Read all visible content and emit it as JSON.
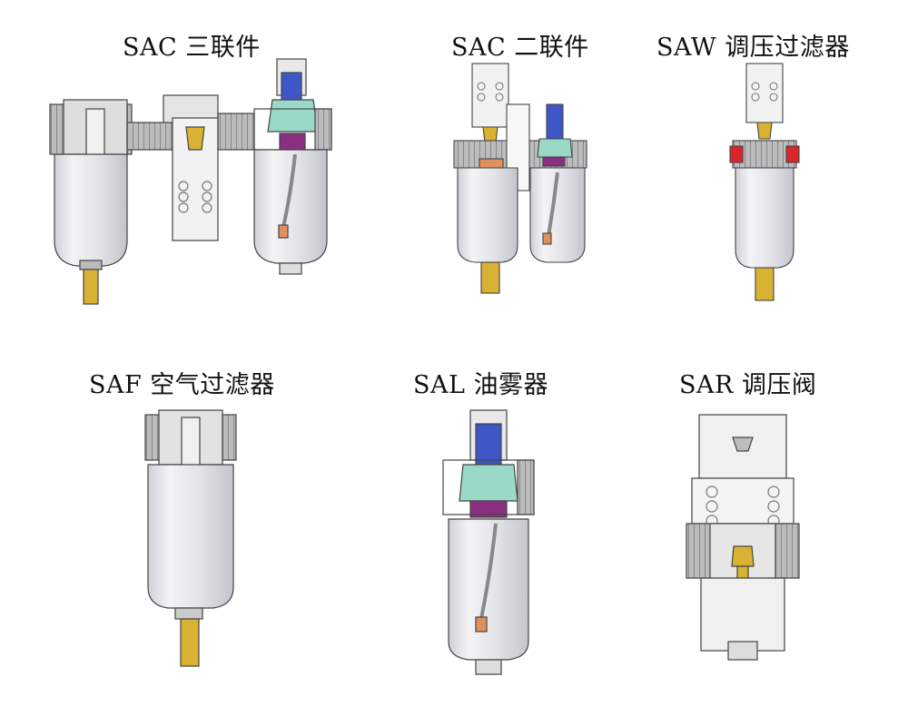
{
  "titles": {
    "sac3": "SAC 三联件",
    "sac2": "SAC 二联件",
    "saw": "SAW 调压过滤器",
    "saf": "SAF 空气过滤器",
    "sal": "SAL 油雾器",
    "sar": "SAR 调压阀"
  },
  "colors": {
    "outline": "#444444",
    "body_gray": "#d0d0d0",
    "bowl": "#e6e6ea",
    "brass": "#d9b233",
    "blue_knob": "#3f56c6",
    "teal": "#9ad9c8",
    "magenta": "#8a2f82",
    "orange": "#e0905a",
    "red": "#d8262c"
  }
}
